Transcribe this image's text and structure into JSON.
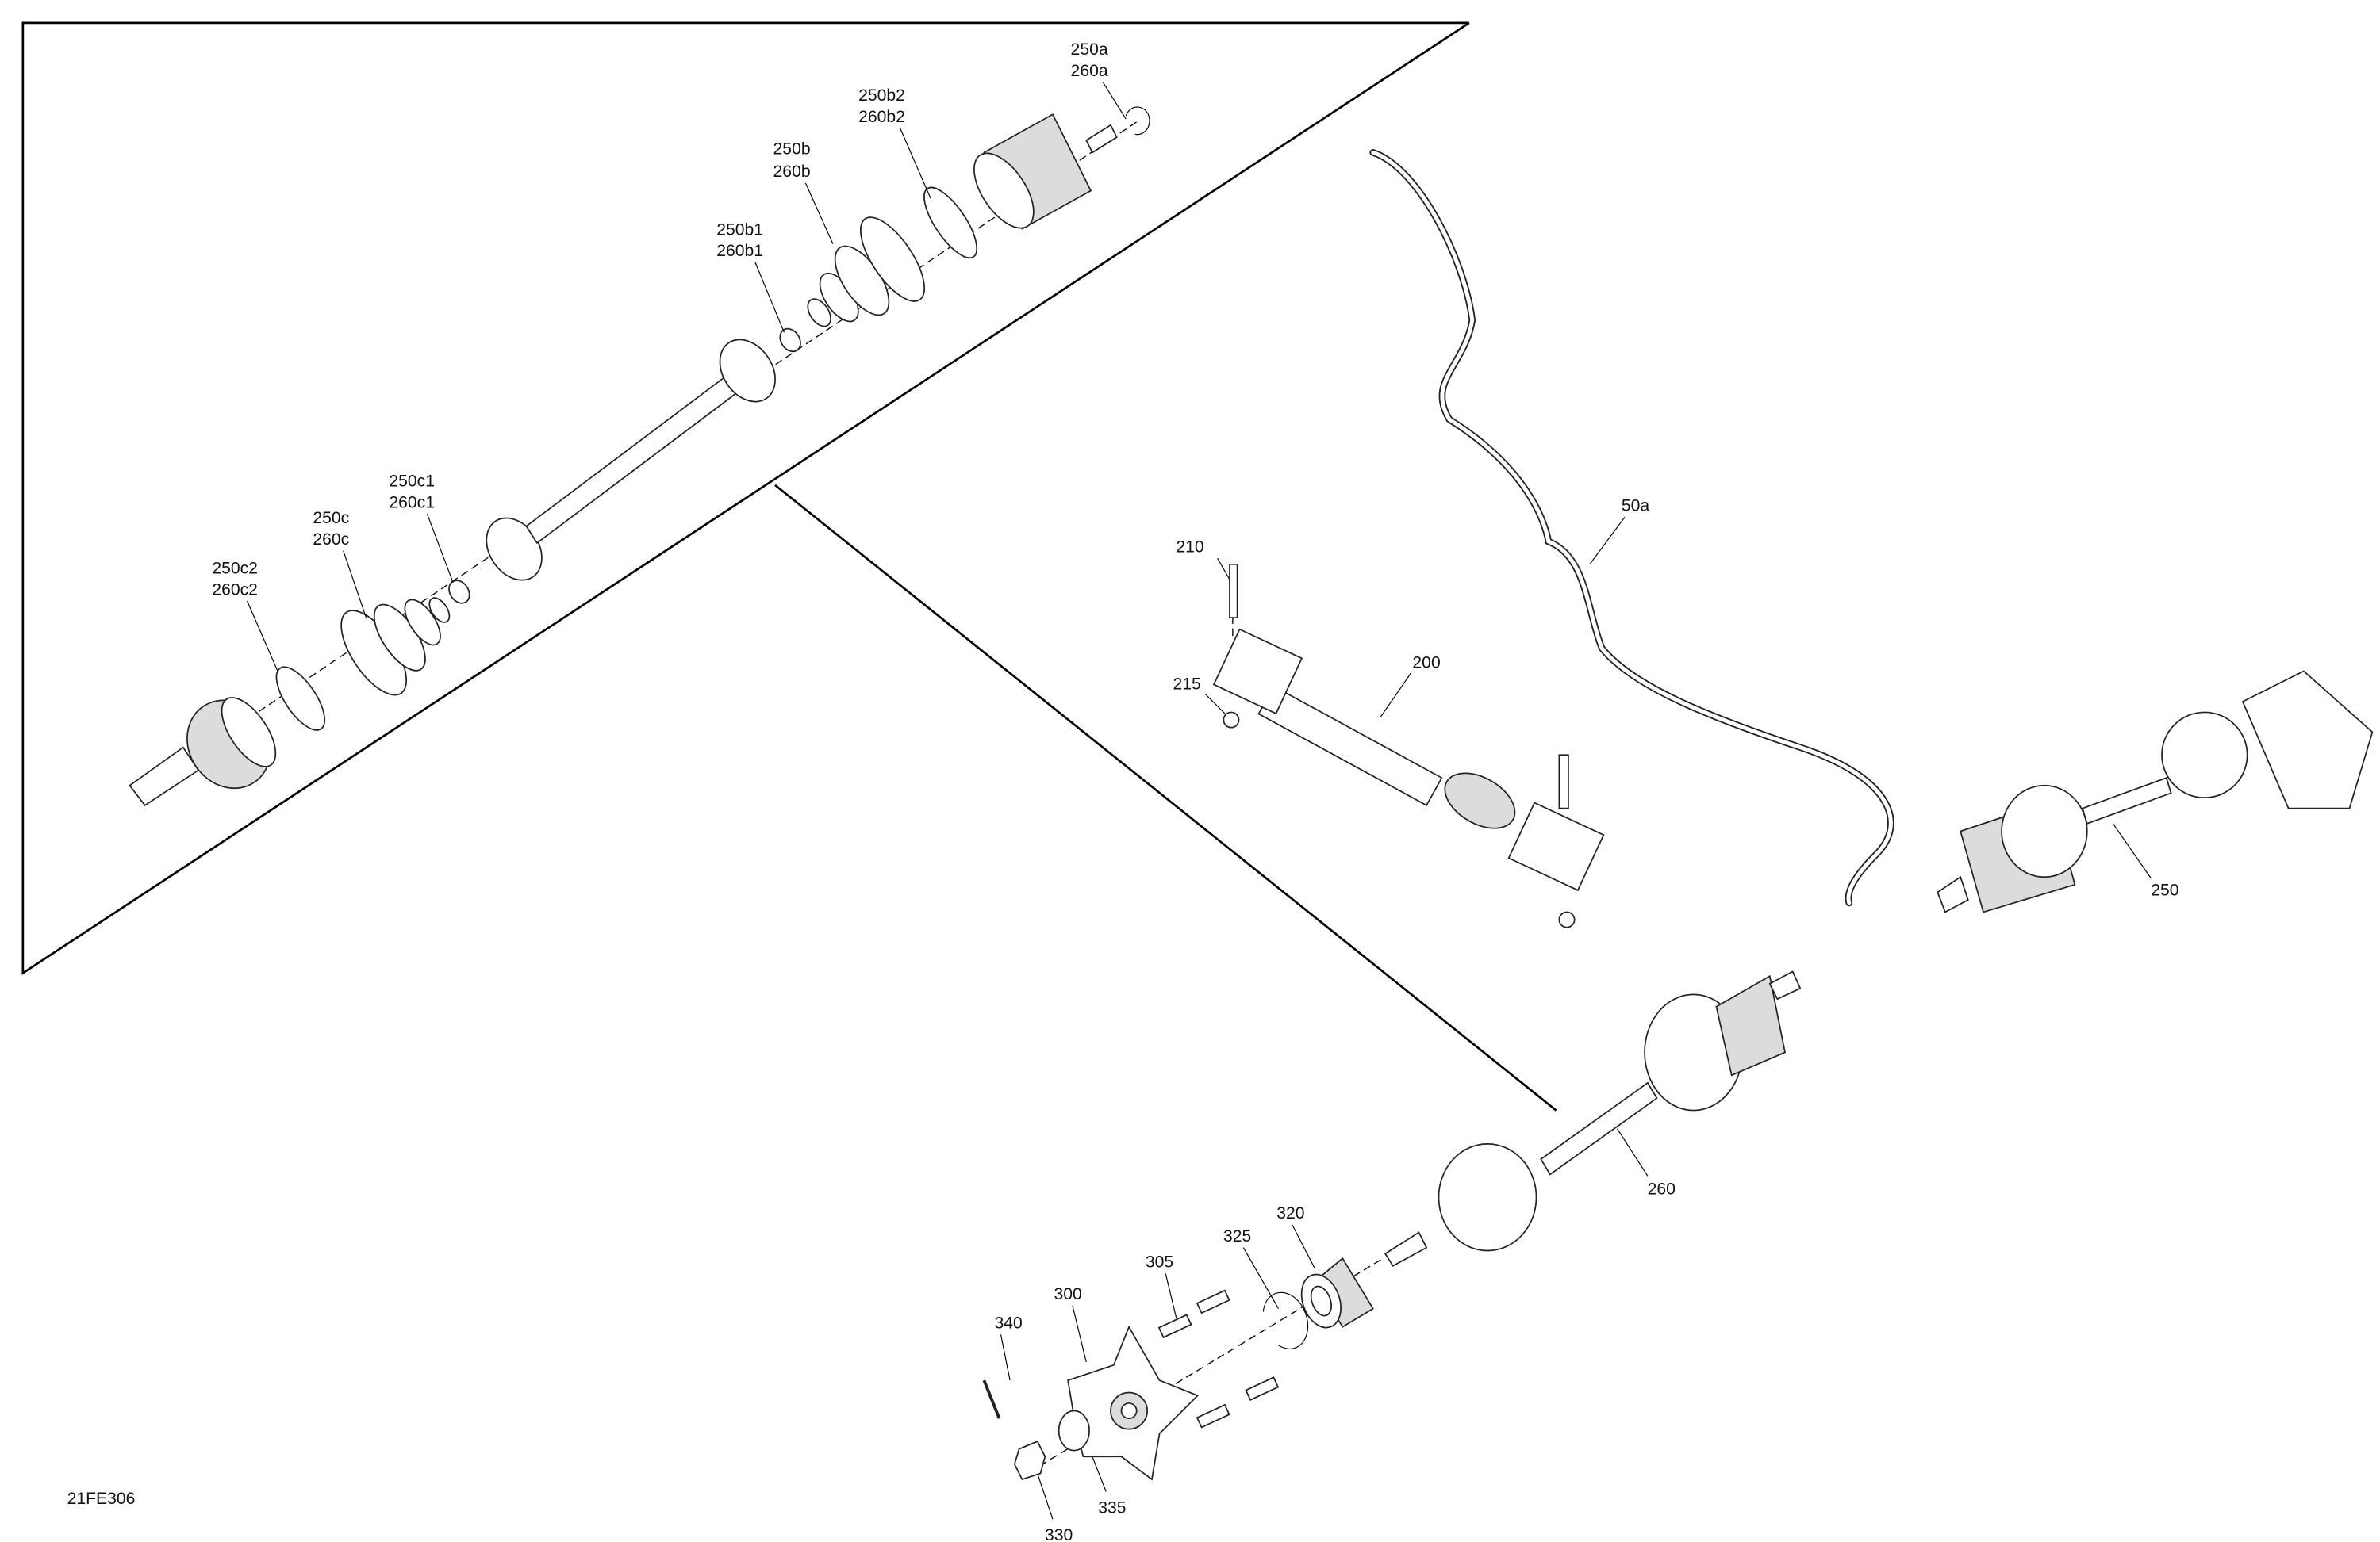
{
  "diagram": {
    "reference_code": "21FE306",
    "callouts": {
      "c250a": [
        "250a",
        "260a"
      ],
      "c250b2": [
        "250b2",
        "260b2"
      ],
      "c250b": [
        "250b",
        "260b"
      ],
      "c250b1": [
        "250b1",
        "260b1"
      ],
      "c250c1": [
        "250c1",
        "260c1"
      ],
      "c250c": [
        "250c",
        "260c"
      ],
      "c250c2": [
        "250c2",
        "260c2"
      ],
      "c210": "210",
      "c215": "215",
      "c200": "200",
      "c50a": "50a",
      "c250": "250",
      "c260": "260",
      "c320": "320",
      "c325": "325",
      "c305": "305",
      "c300": "300",
      "c340": "340",
      "c335": "335",
      "c330": "330"
    }
  }
}
